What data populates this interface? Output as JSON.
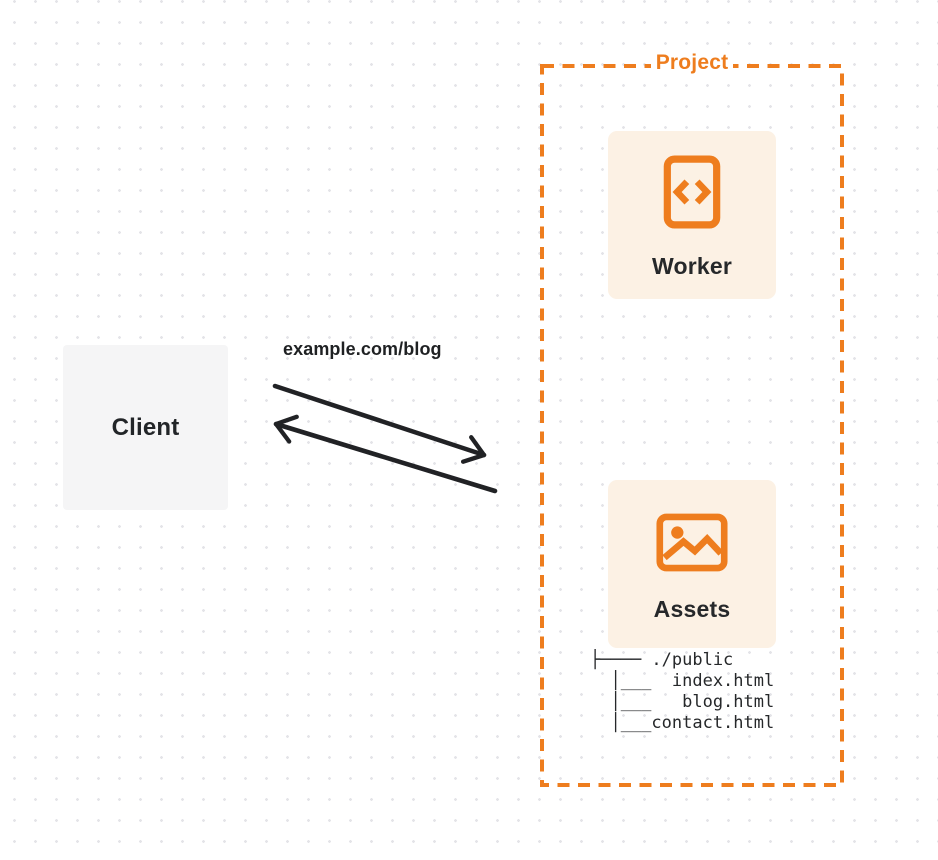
{
  "diagram": {
    "client": {
      "label": "Client"
    },
    "request_label": "example.com/blog",
    "project": {
      "label": "Project",
      "nodes": [
        {
          "id": "worker",
          "label": "Worker",
          "icon": "code-file-icon"
        },
        {
          "id": "assets",
          "label": "Assets",
          "icon": "image-icon"
        }
      ],
      "file_tree": {
        "lines": [
          "├──── ./public",
          "  │___  index.html",
          "  │___   blog.html",
          "  │___contact.html"
        ]
      }
    },
    "colors": {
      "accent_orange": "#EE7D1E",
      "card_background": "#FCF1E4",
      "client_background": "#F5F5F6",
      "text_dark": "#26282A",
      "arrow_black": "#212225",
      "dot_grid": "#E4E4E8",
      "page_background": "#FFFFFF"
    }
  }
}
